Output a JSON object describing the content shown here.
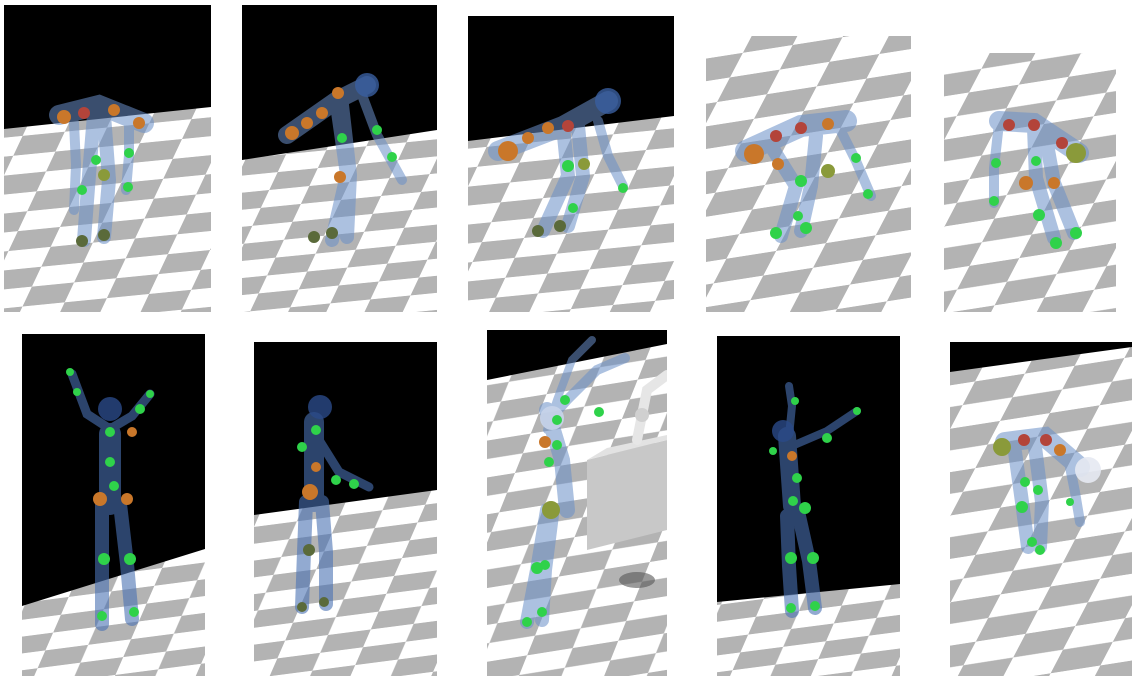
{
  "figure": {
    "rows": [
      {
        "panels": [
          {
            "id": "r1p1",
            "pose": "bent-forward",
            "background": "dark"
          },
          {
            "id": "r1p2",
            "pose": "bent-forward-reaching",
            "background": "dark"
          },
          {
            "id": "r1p3",
            "pose": "bent-forward-crouch",
            "background": "dark"
          },
          {
            "id": "r1p4",
            "pose": "bent-forward-wide-stance",
            "background": "floor-only"
          },
          {
            "id": "r1p5",
            "pose": "bent-forward-overhead-view",
            "background": "floor-only"
          }
        ]
      },
      {
        "panels": [
          {
            "id": "r2p1",
            "pose": "arms-raised",
            "background": "dark"
          },
          {
            "id": "r2p2",
            "pose": "standing-side",
            "background": "dark"
          },
          {
            "id": "r2p3",
            "pose": "reaching-up-with-robot-arm",
            "background": "floor-only"
          },
          {
            "id": "r2p4",
            "pose": "arms-raised-side",
            "background": "dark"
          },
          {
            "id": "r2p5",
            "pose": "bent-forward",
            "background": "floor-only"
          }
        ]
      }
    ],
    "colors": {
      "sky": "#000000",
      "floor_light": "#ffffff",
      "floor_dark": "#b3b3b3",
      "limb": "#6a8fc8",
      "joint_green": "#2fd24a",
      "joint_orange": "#c9772a",
      "joint_red": "#b3443a",
      "robot_arm": "#e6e6e6",
      "box": "#c8c8c8"
    }
  }
}
